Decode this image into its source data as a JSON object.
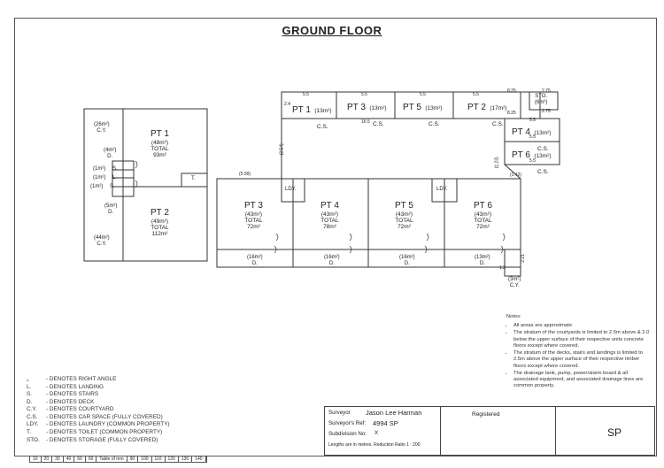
{
  "title": "GROUND FLOOR",
  "upper_units": [
    {
      "name": "PT 1",
      "area": "(13m²)",
      "type": "C.S."
    },
    {
      "name": "PT 3",
      "area": "(13m²)",
      "type": "C.S."
    },
    {
      "name": "PT 5",
      "area": "(13m²)",
      "type": "C.S."
    },
    {
      "name": "PT 2",
      "area": "(17m²)",
      "type": "C.S."
    },
    {
      "name": "STO.",
      "area": "(6m²)",
      "type": ""
    }
  ],
  "side_units": [
    {
      "name": "PT 4",
      "area": "(13m²)",
      "type": "C.S."
    },
    {
      "name": "PT 6",
      "area": "(13m²)",
      "type": "C.S."
    }
  ],
  "left_units": [
    {
      "name": "PT 1",
      "area": "(48m²)",
      "total_label": "TOTAL",
      "total": "93m²"
    },
    {
      "name": "PT 2",
      "area": "(49m²)",
      "total_label": "TOTAL",
      "total": "112m²"
    }
  ],
  "left_annotations": {
    "cy_top": "(26m²)",
    "cy_top_t": "C.Y.",
    "d_top": "(4m²)",
    "d_top_t": "D.",
    "s1": "(1m²)",
    "s1_t": "S.",
    "l1": "(1m²)",
    "l1_t": "L.",
    "s2": "(1m²)",
    "s2_t": "S.",
    "d_bot": "(5m²)",
    "d_bot_t": "D.",
    "cy_bot": "(44m²)",
    "cy_bot_t": "C.Y.",
    "toilet": "T."
  },
  "main_units": [
    {
      "name": "PT 3",
      "area": "(43m²)",
      "total_label": "TOTAL",
      "total": "72m²",
      "deck": "(16m²)",
      "deck_t": "D."
    },
    {
      "name": "PT 4",
      "area": "(43m²)",
      "total_label": "TOTAL",
      "total": "78m²",
      "deck": "(16m²)",
      "deck_t": "D."
    },
    {
      "name": "PT 5",
      "area": "(43m²)",
      "total_label": "TOTAL",
      "total": "72m²",
      "deck": "(16m²)",
      "deck_t": "D."
    },
    {
      "name": "PT 6",
      "area": "(43m²)",
      "total_label": "TOTAL",
      "total": "72m²",
      "deck": "(13m²)",
      "deck_t": "D."
    }
  ],
  "laundry": "LDY.",
  "courtyard_small": {
    "area": "(3m²)",
    "type": "C.Y."
  },
  "dims": {
    "d55a": "5.5",
    "d55b": "5.5",
    "d55c": "5.5",
    "d55d": "5.5",
    "d825a": "8.25",
    "d825b": "8.25",
    "d165": "16.5",
    "d275a": "2.75",
    "d275b": "2.75",
    "d24": "2.4",
    "d55e": "5.5",
    "d55f": "5.5",
    "d55g": "5.5",
    "d599": "(5.99)",
    "d354": "(3.54)",
    "d123": "(1.23)",
    "d142": "(1.42)",
    "d221": "2.21",
    "d13": "1.3"
  },
  "notes": {
    "heading": "Notes:",
    "items": [
      "All areas are approximate",
      "The stratum of the courtyards is limited to 2.5m above & 2.0 below the upper surface of their respective units concrete floors except where covered.",
      "The stratum of the decks, stairs and landings is limited to 2.5m above the upper surface of their respective timber floors except where covered.",
      "The drainage tank, pump, power/alarm board & all associated equipment, and associated drainage lines are common property."
    ]
  },
  "legend": [
    {
      "k": "⌞",
      "v": "- DENOTES RIGHT ANGLE"
    },
    {
      "k": "L.",
      "v": "- DENOTES LANDING"
    },
    {
      "k": "S.",
      "v": "- DENOTES STAIRS"
    },
    {
      "k": "D.",
      "v": "- DENOTES DECK"
    },
    {
      "k": "C.Y.",
      "v": "- DENOTES COURTYARD"
    },
    {
      "k": "C.S.",
      "v": "- DENOTES CAR SPACE (FULLY COVERED)"
    },
    {
      "k": "LDY.",
      "v": "- DENOTES LAUNDRY (COMMON PROPERTY)"
    },
    {
      "k": "T.",
      "v": "- DENOTES TOILET (COMMON PROPERTY)"
    },
    {
      "k": "STO.",
      "v": "- DENOTES STORAGE (FULLY COVERED)"
    }
  ],
  "title_block": {
    "surveyor_label": "Surveyor",
    "surveyor": "Jason Lee Harman",
    "ref_label": "Surveyor's Ref:",
    "ref": "4994 SP",
    "sub_label": "Subdivision No:",
    "sub": "X",
    "lengths": "Lengths are in metres.  Reduction Ratio 1 : 200",
    "registered": "Registered",
    "plan_type": "SP"
  },
  "scale_bar": [
    "10",
    "20",
    "30",
    "40",
    "50",
    "60",
    "Table of mm",
    "90",
    "100",
    "110",
    "120",
    "130",
    "140"
  ]
}
